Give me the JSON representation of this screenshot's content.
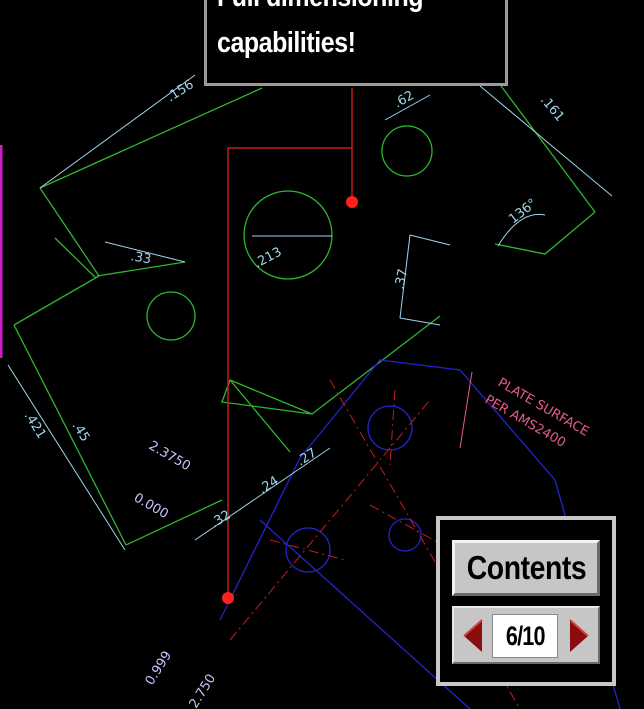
{
  "callout": {
    "line1": "Full dimensioning",
    "line2": "capabilities!"
  },
  "navigation": {
    "contents_label": "Contents",
    "page_indicator": "6/10",
    "prev_icon": "left-arrow",
    "next_icon": "right-arrow"
  },
  "drawing": {
    "dimensions": {
      "d156": ".156",
      "d62": ".62",
      "d161": ".161",
      "d136": "136°",
      "d213": ".213",
      "d33": ".33",
      "d37": ".37",
      "d421": ".421",
      "d45": ".45",
      "d23750": "2.3750",
      "d0000": "0.000",
      "d32": ".32",
      "d24": ".24",
      "d27": ".27",
      "d0999": "0.999",
      "d2750": "2.750"
    },
    "note": {
      "line1": "PLATE SURFACE",
      "line2": "PER AMS2400"
    }
  },
  "colors": {
    "geometry": "#2fb52f",
    "dimension": "#9fd6ee",
    "dimension_alt": "#c4c4ff",
    "note": "#e65a8a",
    "leader": "#c41e1e",
    "hidden": "#2424c8",
    "background": "#000000"
  }
}
